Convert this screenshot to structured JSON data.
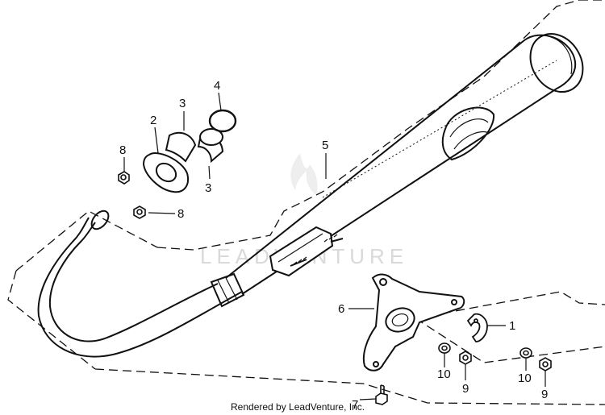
{
  "diagram": {
    "watermark": "LEADVENTURE",
    "footer": "Rendered by LeadVenture, Inc.",
    "parts": [
      {
        "id": "label-1",
        "text": "1"
      },
      {
        "id": "label-2",
        "text": "2"
      },
      {
        "id": "label-3a",
        "text": "3"
      },
      {
        "id": "label-3b",
        "text": "3"
      },
      {
        "id": "label-4",
        "text": "4"
      },
      {
        "id": "label-5",
        "text": "5"
      },
      {
        "id": "label-6",
        "text": "6"
      },
      {
        "id": "label-7",
        "text": "7"
      },
      {
        "id": "label-8a",
        "text": "8"
      },
      {
        "id": "label-8b",
        "text": "8"
      },
      {
        "id": "label-9a",
        "text": "9"
      },
      {
        "id": "label-9b",
        "text": "9"
      },
      {
        "id": "label-10a",
        "text": "10"
      },
      {
        "id": "label-10b",
        "text": "10"
      }
    ],
    "colors": {
      "ink": "#111111",
      "watermark": "#d9d9d9",
      "background": "#ffffff"
    }
  }
}
